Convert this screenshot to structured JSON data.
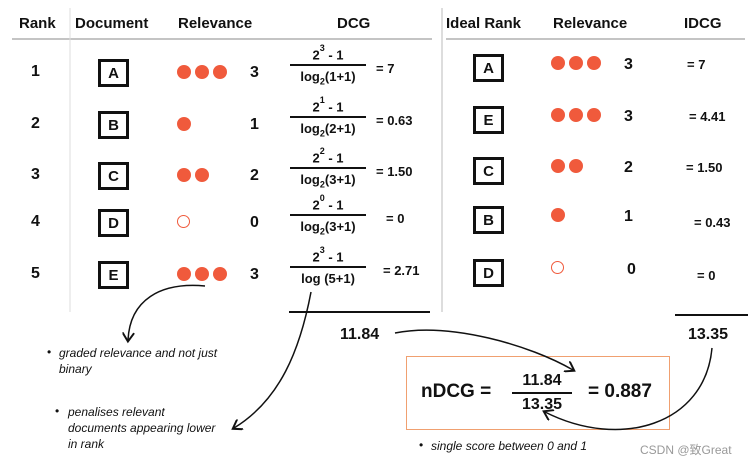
{
  "headers": {
    "rank": "Rank",
    "document": "Document",
    "relevance": "Relevance",
    "dcg": "DCG",
    "ideal_rank": "Ideal Rank",
    "relevance2": "Relevance",
    "idcg": "IDCG"
  },
  "rows": [
    {
      "rank": "1",
      "doc": "A",
      "rel": "3",
      "exp": "3",
      "den": "log2(1+1)",
      "dcg": "= 7",
      "ideal_doc": "A",
      "ideal_rel": "3",
      "idcg": "= 7"
    },
    {
      "rank": "2",
      "doc": "B",
      "rel": "1",
      "exp": "1",
      "den": "log2(2+1)",
      "dcg": "= 0.63",
      "ideal_doc": "E",
      "ideal_rel": "3",
      "idcg": "= 4.41"
    },
    {
      "rank": "3",
      "doc": "C",
      "rel": "2",
      "exp": "2",
      "den": "log2(3+1)",
      "dcg": "= 1.50",
      "ideal_doc": "C",
      "ideal_rel": "2",
      "idcg": "= 1.50"
    },
    {
      "rank": "4",
      "doc": "D",
      "rel": "0",
      "exp": "0",
      "den": "log2(3+1)",
      "dcg": "= 0",
      "ideal_doc": "B",
      "ideal_rel": "1",
      "idcg": "= 0.43"
    },
    {
      "rank": "5",
      "doc": "E",
      "rel": "3",
      "exp": "3",
      "den": "log (5+1)",
      "dcg": "= 2.71",
      "ideal_doc": "D",
      "ideal_rel": "0",
      "idcg": "= 0"
    }
  ],
  "formula_num_tail": " - 1",
  "dcg_total": "11.84",
  "idcg_total": "13.35",
  "ndcg": {
    "label": "nDCG =",
    "numerator": "11.84",
    "denominator": "13.35",
    "result": "= 0.887"
  },
  "notes": {
    "graded": "graded relevance and not just binary",
    "penalises": "penalises relevant documents appearing lower in rank",
    "single": "single score between 0 and 1"
  },
  "watermark": "CSDN @致Great",
  "colors": {
    "accent": "#f05a3c",
    "box_border": "#f0a070"
  }
}
